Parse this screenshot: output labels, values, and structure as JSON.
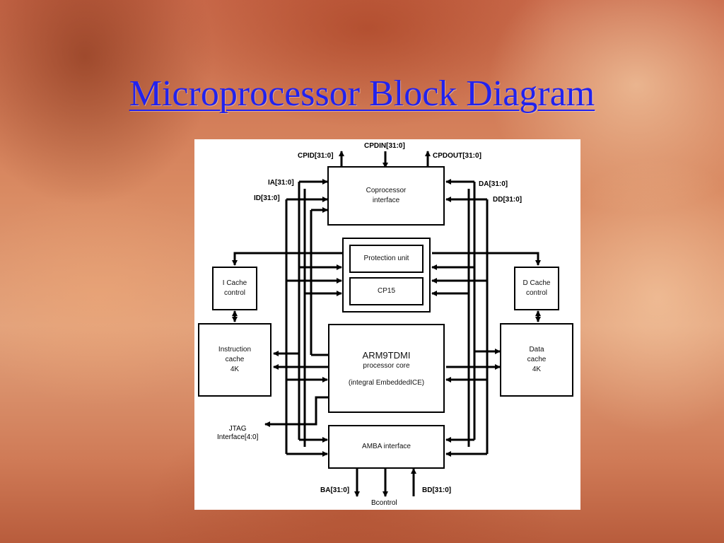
{
  "slide": {
    "title": "Microprocessor Block Diagram"
  },
  "blocks": {
    "coprocessor": {
      "line1": "Coprocessor",
      "line2": "interface"
    },
    "protection": {
      "label": "Protection unit"
    },
    "cp15": {
      "label": "CP15"
    },
    "icache_control": {
      "line1": "I Cache",
      "line2": "control"
    },
    "dcache_control": {
      "line1": "D Cache",
      "line2": "control"
    },
    "instruction_cache": {
      "line1": "Instruction",
      "line2": "cache",
      "line3": "4K"
    },
    "data_cache": {
      "line1": "Data",
      "line2": "cache",
      "line3": "4K"
    },
    "arm_core": {
      "line1": "ARM9TDMI",
      "line2": "processor core",
      "line3": "(integral EmbeddedICE)"
    },
    "amba": {
      "label": "AMBA interface"
    }
  },
  "signals": {
    "cpid": "CPID[31:0]",
    "cpdin": "CPDIN[31:0]",
    "cpdout": "CPDOUT[31:0]",
    "ia": "IA[31:0]",
    "id": "ID[31:0]",
    "da": "DA[31:0]",
    "dd": "DD[31:0]",
    "jtag_line1": "JTAG",
    "jtag_line2": "Interface[4:0]",
    "ba": "BA[31:0]",
    "bcontrol": "Bcontrol",
    "bd": "BD[31:0]"
  }
}
